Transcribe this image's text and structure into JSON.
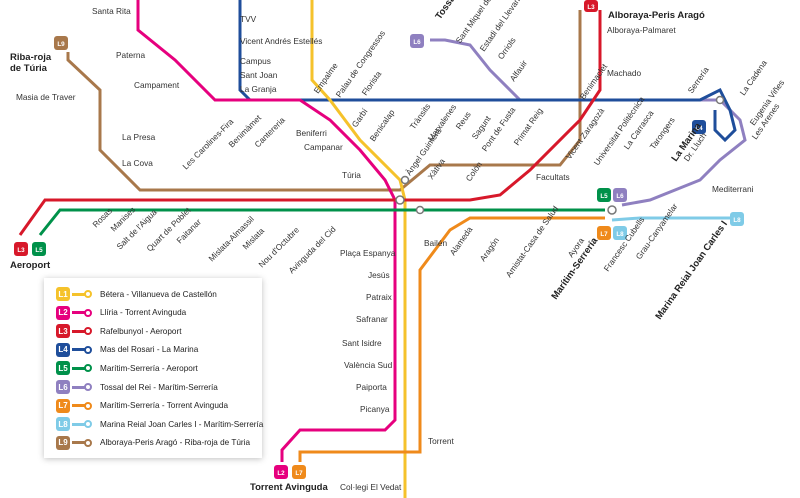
{
  "colors": {
    "L1": "#f5c22b",
    "L2": "#e6007e",
    "L3": "#d7182a",
    "L4": "#1f4e9b",
    "L5": "#00914a",
    "L6": "#8f80c0",
    "L7": "#ef8a1b",
    "L8": "#7fcbe7",
    "L9": "#a8784b"
  },
  "legend": [
    {
      "line": "L1",
      "label": "Bétera - Villanueva de Castellón"
    },
    {
      "line": "L2",
      "label": "Llíria - Torrent Avinguda"
    },
    {
      "line": "L3",
      "label": "Rafelbunyol - Aeroport"
    },
    {
      "line": "L4",
      "label": "Mas del Rosari - La Marina"
    },
    {
      "line": "L5",
      "label": "Marítim-Serrería - Aeroport"
    },
    {
      "line": "L6",
      "label": "Tossal del Rei - Marítim-Serrería"
    },
    {
      "line": "L7",
      "label": "Marítim-Serrería - Torrent Avinguda"
    },
    {
      "line": "L8",
      "label": "Marina Reial Joan Carles I - Marítim-Serrería"
    },
    {
      "line": "L9",
      "label": "Alboraya-Peris Aragó - Riba-roja de Túria"
    }
  ],
  "terminals": {
    "riba_roja": "Riba-roja\nde Túria",
    "aeroport": "Aeroport",
    "torrent_avinguda": "Torrent Avinguda",
    "alboraya": "Alboraya-Peris Aragó",
    "tossal": "Tossal del Rei",
    "la_marina": "La Marina",
    "maritim": "Marítim-Serrería",
    "marina_reial": "Marina Reial Joan Carles I"
  },
  "stations": [
    "Santa Rita",
    "Paterna",
    "Campament",
    "Masia de Traver",
    "La Presa",
    "La Cova",
    "Les Carolines-Fira",
    "Benimàmet",
    "Cantereria",
    "Beniferri",
    "Campanar",
    "Túria",
    "TVV",
    "Vicent Andrés Estellés",
    "Campus",
    "Sant Joan",
    "La Granja",
    "Empalme",
    "Palau de Congressos",
    "Florista",
    "Garbí",
    "Benicalap",
    "Trànsits",
    "Marxalenes",
    "Reus",
    "Sagunt",
    "Pont de Fusta",
    "Primat Reig",
    "Àngel Guimerà",
    "Xàtiva",
    "Colón",
    "Sant Miquel dels Reis",
    "Estadi del Llevant",
    "Orriols",
    "Alfauir",
    "Benimaclet",
    "Machado",
    "Alboraya-Palmaret",
    "Vicent Zaragozà",
    "Universitat Politècnica",
    "La Carrasca",
    "Tarongers",
    "Serrería",
    "La Cadena",
    "Eugenia Viñes",
    "Les Arenes",
    "Dr. Lluch",
    "Mediterrani",
    "Facultats",
    "Rosas",
    "Manises",
    "Salt de l'Aigua",
    "Quart de Poblet",
    "Faitanar",
    "Mislata-Almassil",
    "Mislata",
    "Nou d'Octubre",
    "Avinguda del Cid",
    "Plaça Espanya",
    "Jesús",
    "Patraix",
    "Safranar",
    "Sant Isidre",
    "València Sud",
    "Paiporta",
    "Picanya",
    "Torrent",
    "Col·legi El Vedat",
    "Bailén",
    "Alameda",
    "Aragón",
    "Amistat-Casa de Salud",
    "Ayora",
    "Francesc Cubells",
    "Grau-Canyamelar"
  ]
}
